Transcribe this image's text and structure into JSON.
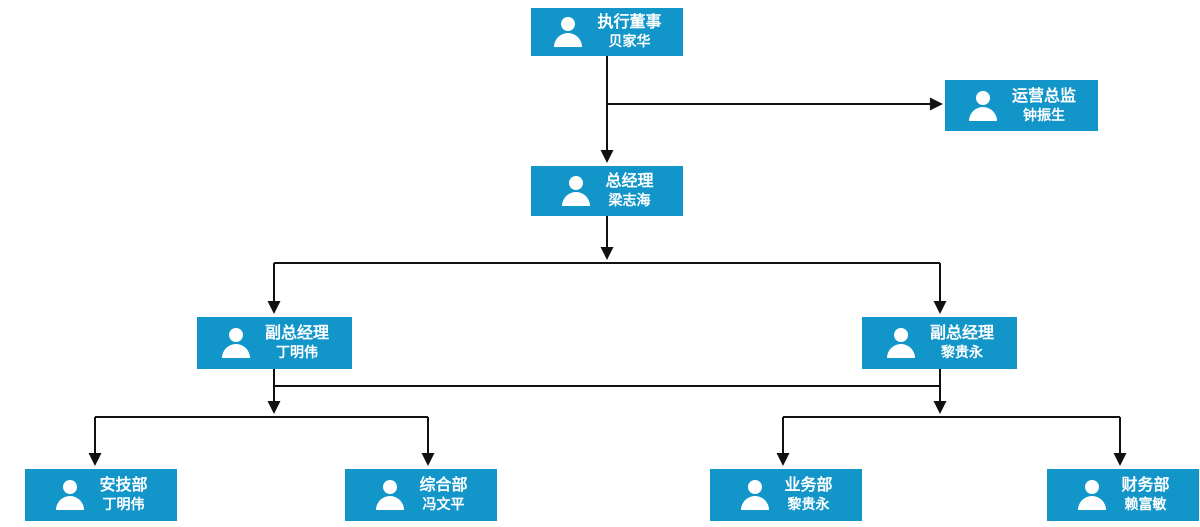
{
  "diagram": {
    "type": "org-chart",
    "colors": {
      "node_background": "#1295c9",
      "node_text": "#ffffff",
      "connector": "#111111",
      "canvas_background": "#ffffff"
    },
    "icon": "person-icon",
    "nodes": [
      {
        "id": "executive-director",
        "title": "执行董事",
        "name": "贝家华"
      },
      {
        "id": "operations-director",
        "title": "运营总监",
        "name": "钟振生"
      },
      {
        "id": "general-manager",
        "title": "总经理",
        "name": "梁志海"
      },
      {
        "id": "deputy-gm-left",
        "title": "副总经理",
        "name": "丁明伟"
      },
      {
        "id": "deputy-gm-right",
        "title": "副总经理",
        "name": "黎贵永"
      },
      {
        "id": "dept-safety-tech",
        "title": "安技部",
        "name": "丁明伟"
      },
      {
        "id": "dept-general-affairs",
        "title": "综合部",
        "name": "冯文平"
      },
      {
        "id": "dept-business",
        "title": "业务部",
        "name": "黎贵永"
      },
      {
        "id": "dept-finance",
        "title": "财务部",
        "name": "赖富敏"
      }
    ],
    "edges": [
      {
        "from": "executive-director",
        "to": "operations-director"
      },
      {
        "from": "executive-director",
        "to": "general-manager"
      },
      {
        "from": "general-manager",
        "to": "deputy-gm-left"
      },
      {
        "from": "general-manager",
        "to": "deputy-gm-right"
      },
      {
        "from": "deputy-gm-left",
        "to": "dept-safety-tech"
      },
      {
        "from": "deputy-gm-left",
        "to": "dept-general-affairs"
      },
      {
        "from": "deputy-gm-right",
        "to": "dept-business"
      },
      {
        "from": "deputy-gm-right",
        "to": "dept-finance"
      }
    ]
  }
}
